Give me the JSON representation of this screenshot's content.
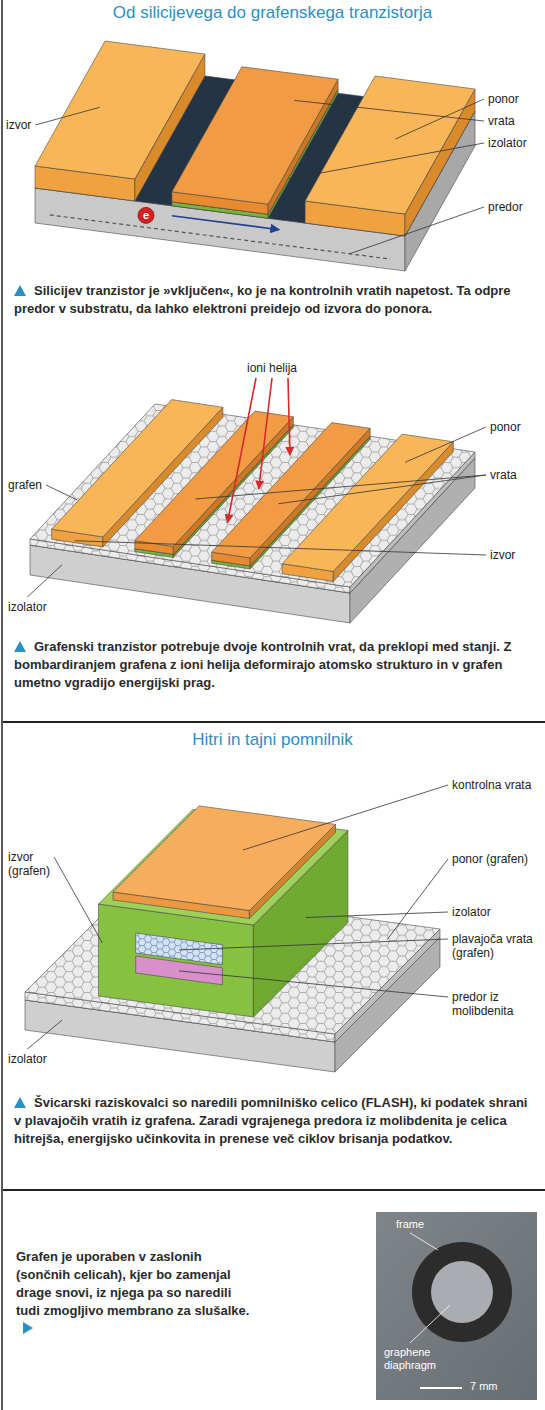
{
  "diagram": {
    "title": "Od silicijevega do grafenskega tranzistorja",
    "labels": [
      "ponor",
      "vrata",
      "izolator",
      "izvor",
      "e",
      "predor",
      "Silicijev tranzistor je »vključen«, ko je na kontrolnih vratih napetost. Ta odpre predor v substratu, da lahko elektroni preidejo od izvora do ponora.",
      "ioni helija",
      "ponor",
      "vrata",
      "grafen",
      "izvor",
      "izolator",
      "Grafenski tranzistor potrebuje dvoje kontrolnih vrat, da preklopi med stanji. Z bombardiranjem grafena z ioni helija deformirajo atomsko strukturo in v grafen umetno vgradijo energijski prag.",
      "Hitri in tajni pomnilnik",
      "kontrolna vrata",
      "izvor (grafen)",
      "ponor (grafen)",
      "izolator",
      "plavajoča vrata (grafen)",
      "predor iz molibdenita",
      "izolator",
      "Švicarski raziskovalci so naredili pomnilniško celico (FLASH), ki podatek shrani v plavajočih vratih iz grafena. Zaradi vgrajenega predora iz molibdenita je celica hitrejša, energijsko učinkovita in prenese več ciklov brisanja podatkov.",
      "Grafen je uporaben v zaslonih (sončnih celicah), kjer bo zamenjal drage snovi, iz njega pa so naredili tudi zmogljivo membrano za slušalke.",
      "frame",
      "graphene diaphragm",
      "7 mm"
    ]
  }
}
